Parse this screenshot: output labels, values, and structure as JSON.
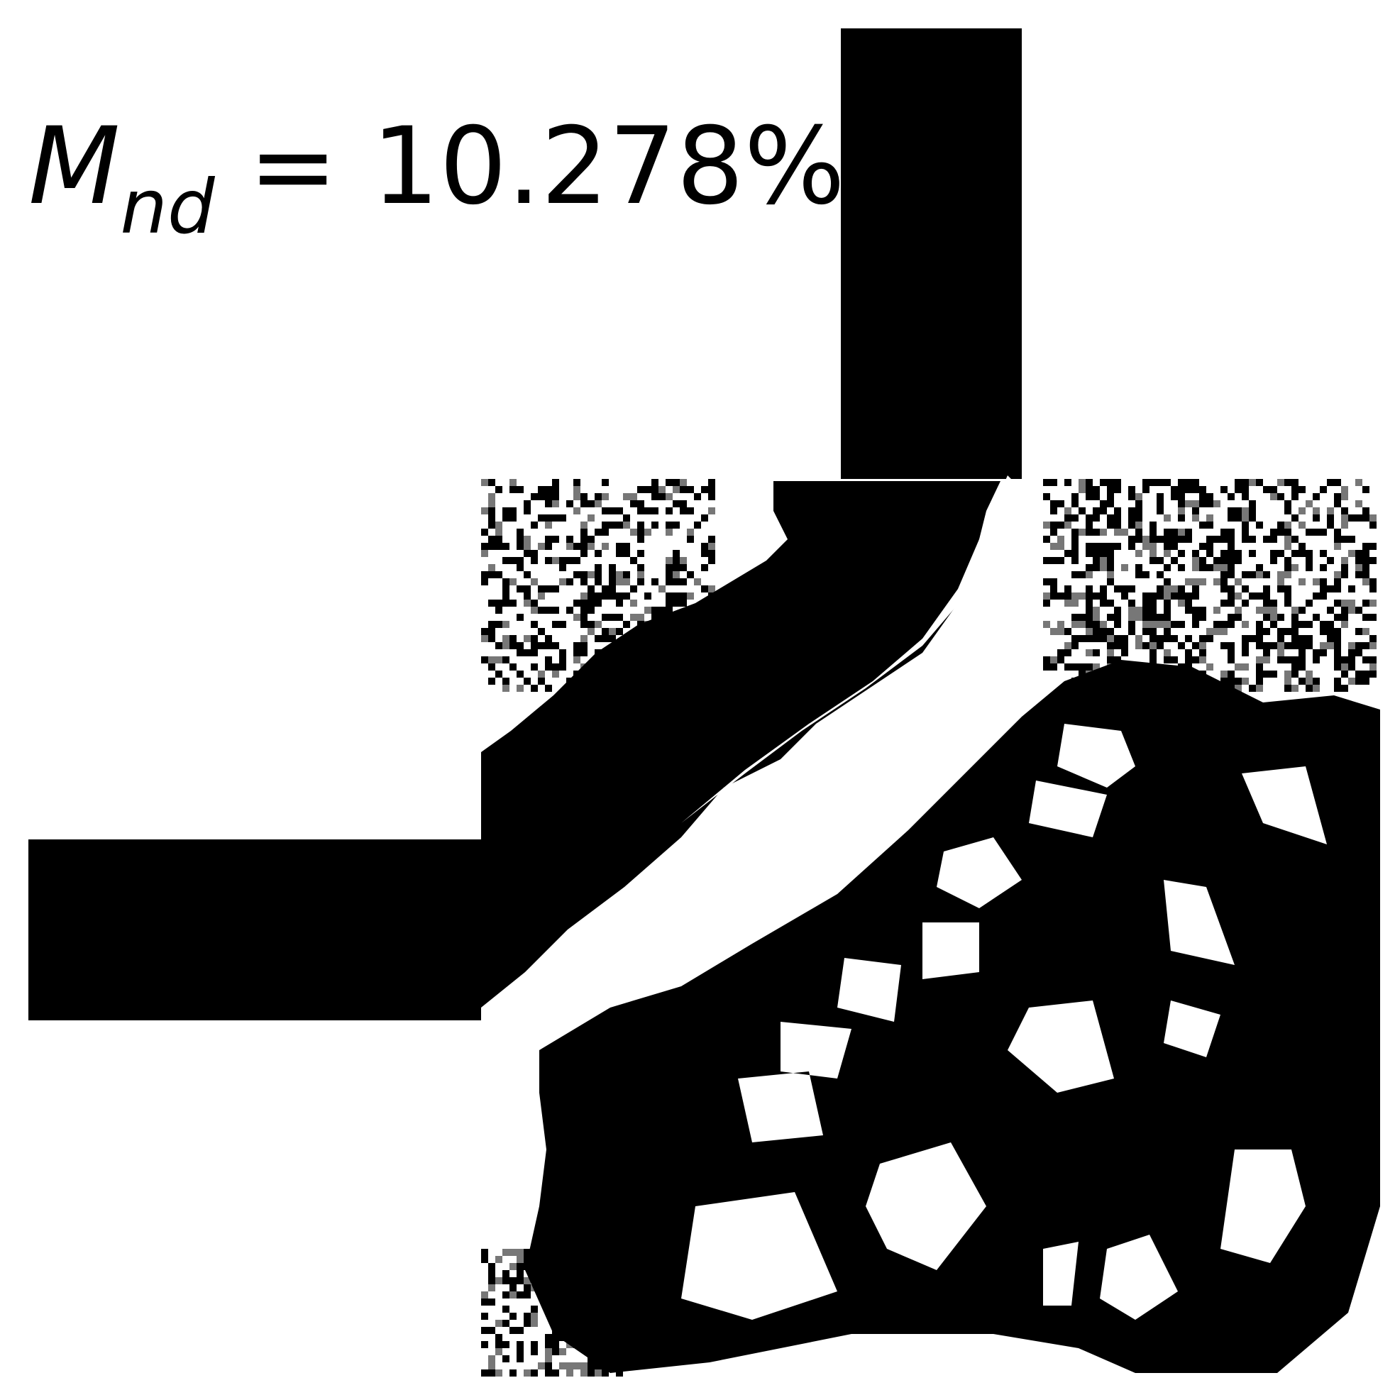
{
  "annotation": {
    "symbol": "M",
    "subscript": "nd",
    "equals": " = ",
    "value": "10.278%"
  },
  "colors": {
    "material": "#000000",
    "void": "#ffffff"
  }
}
